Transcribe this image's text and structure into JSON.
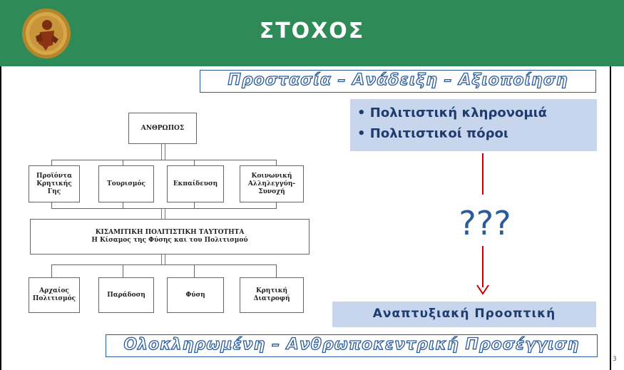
{
  "slide": {
    "title": "ΣΤΟΧΟΣ",
    "top_banner": "Προστασία – Ανάδειξη – Αξιοποίηση",
    "resources": [
      "• Πολιτιστική κληρονομιά",
      "• Πολιτιστικοί πόροι"
    ],
    "question": "???",
    "outcome": "Αναπτυξιακή Προοπτική",
    "bottom_banner": "Ολοκληρωμένη – Ανθρωποκεντρική Προσέγγιση",
    "page_number": "3"
  },
  "diagram": {
    "top_node": "ΑΝΘΡΩΠΟΣ",
    "middle_nodes": [
      "Προϊόντα Κρητικής Γης",
      "Τουρισμός",
      "Εκπαίδευση",
      "Κοινωνική Αλληλεγγύη-Συνοχή"
    ],
    "identity_line1": "ΚΙΣΑΜΙΤΙΚΗ ΠΟΛΙΤΙΣΤΙΚΗ ΤΑΥΤΟΤΗΤΑ",
    "identity_line2": "Η Κίσαμος της Φύσης και του Πολιτισμού",
    "bottom_nodes": [
      "Αρχαίος Πολιτισμός",
      "Παράδοση",
      "Φύση",
      "Κρητική Διατροφή"
    ]
  },
  "colors": {
    "header": "#2e8b57",
    "accent_blue": "#2a5b9a",
    "panel": "#c7d6ec",
    "arrow": "#c00000"
  }
}
